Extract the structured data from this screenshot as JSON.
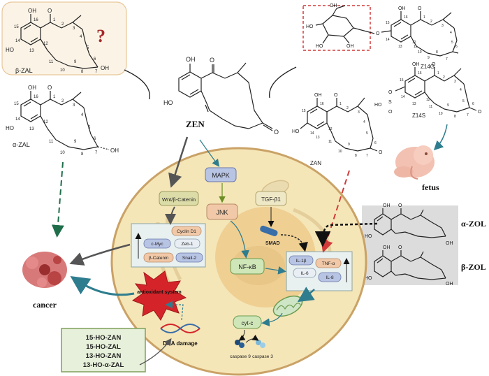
{
  "compounds": {
    "beta_zal": {
      "label": "β-ZAL",
      "question": "?",
      "atoms": {
        "oh16": "OH",
        "n16": "16",
        "n15": "15",
        "n14": "14",
        "n13": "13",
        "n12": "12",
        "n1": "1",
        "n2": "2",
        "n3": "3",
        "n4": "4",
        "n5": "5",
        "n6": "6",
        "n7": "7",
        "n8": "8",
        "n9": "9",
        "n10": "10",
        "n11": "11",
        "o": "O",
        "ho": "HO",
        "oh7": "OH"
      }
    },
    "alpha_zal": {
      "label": "α-ZAL",
      "atoms": {
        "oh16": "OH",
        "n16": "16",
        "n15": "15",
        "n14": "14",
        "n13": "13",
        "n12": "12",
        "n1": "1",
        "n2": "2",
        "n3": "3",
        "n4": "4",
        "n5": "5",
        "n6": "6",
        "n7": "7",
        "n8": "8",
        "n9": "9",
        "n10": "10",
        "n11": "11",
        "o": "O",
        "ho": "HO",
        "oh7": "OH"
      }
    },
    "zen": {
      "label": "ZEN",
      "atoms": {
        "oh": "OH",
        "ho": "HO",
        "o": "O"
      }
    },
    "z14g": {
      "label": "Z14G",
      "atoms": {
        "oh16": "OH",
        "n16": "16",
        "n15": "15",
        "n14": "14",
        "n13": "13",
        "n12": "12",
        "n1": "1",
        "n2": "2",
        "n3": "3",
        "n4": "4",
        "n5": "5",
        "n6": "6",
        "n7": "7",
        "n8": "8",
        "n9": "9",
        "n10": "10",
        "n11": "11",
        "o": "O",
        "oh_a": "OH",
        "ho_a": "HO",
        "ho_b": "HO",
        "oh_b": "OH",
        "o2": "O"
      }
    },
    "zan": {
      "label": "ZAN",
      "atoms": {
        "oh16": "OH",
        "n16": "16",
        "n15": "15",
        "n14": "14",
        "n13": "13",
        "n12": "12",
        "n1": "1",
        "n2": "2",
        "n3": "3",
        "n4": "4",
        "n5": "5",
        "n6": "6",
        "n7": "7",
        "n8": "8",
        "n9": "9",
        "n10": "10",
        "n11": "11",
        "o": "O",
        "ho": "HO"
      }
    },
    "z14s": {
      "label": "Z14S",
      "atoms": {
        "oh16": "OH",
        "n16": "16",
        "n15": "15",
        "n14": "14",
        "n13": "13",
        "n12": "12",
        "n1": "1",
        "n2": "2",
        "n3": "3",
        "n4": "4",
        "n5": "5",
        "n6": "6",
        "n7": "7",
        "n8": "8",
        "n9": "9",
        "n10": "10",
        "n11": "11",
        "o": "O",
        "so3": "O",
        "s": "S",
        "so4": "O",
        "ho": "HO"
      }
    },
    "alpha_zol": {
      "label": "α-ZOL",
      "atoms": {
        "oh": "OH",
        "ho": "HO",
        "o": "O",
        "oh7": "OH"
      }
    },
    "beta_zol": {
      "label": "β-ZOL",
      "atoms": {
        "oh": "OH",
        "ho": "HO",
        "o": "O",
        "oh7": "OH"
      }
    }
  },
  "cell": {
    "mapk": "MAPK",
    "wnt": "Wnt/β-Catenin",
    "jnk": "JNK",
    "tgf": "TGF-β1",
    "smad": "SMAD",
    "nfkb": "NF-κB",
    "cyclin": "Cyclin D1",
    "cmyc": "c-Myc",
    "zeb": "Zeb-1",
    "bcatenin": "β-Catenin",
    "snail": "Snail-2",
    "il1b": "IL-1β",
    "tnfa": "TNF-α",
    "il6": "IL-6",
    "il8": "IL-8",
    "antioxidant": "antioxidant system",
    "dna": "DNA damage",
    "cytc": "cyt-c",
    "casp9": "caspase 9",
    "casp3": "caspase 3"
  },
  "outside": {
    "cancer": "cancer",
    "fetus": "fetus"
  },
  "metabolites": [
    "15-HO-ZAN",
    "15-HO-ZAL",
    "13-HO-ZAN",
    "13-HO-α-ZAL"
  ],
  "colors": {
    "cell_fill": "#f5e6b8",
    "cell_border": "#caa266",
    "nucleus_fill": "#efcf92",
    "dash_red": "#d23a3a",
    "dash_green": "#1f6e4a",
    "arrow_teal": "#2e7d8e",
    "metab_fill": "#e7f0da",
    "metab_border": "#7fa05a",
    "beta_zal_box": "#fbf3e6"
  }
}
